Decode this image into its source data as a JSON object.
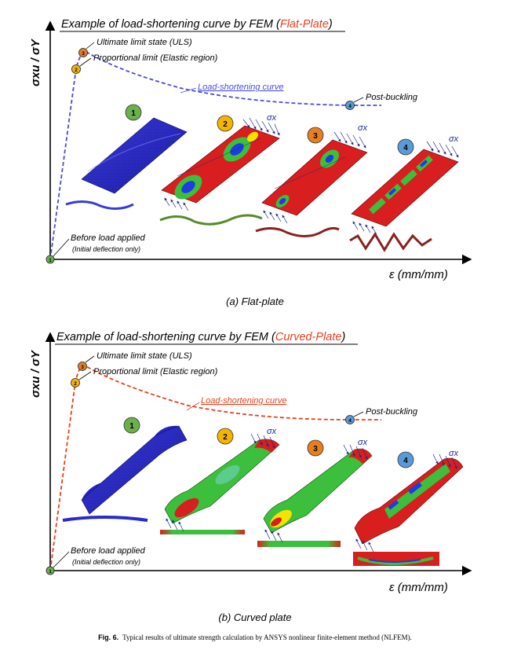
{
  "panel_a": {
    "title_prefix": "Example of load-shortening curve by FEM (",
    "title_highlight": "Flat-Plate",
    "title_suffix": ")",
    "y_axis_label": "σxu / σY",
    "x_axis_label": "ε (mm/mm)",
    "uls_label": "Ultimate limit state (ULS)",
    "prop_label": "Proportional limit (Elastic region)",
    "curve_label": "Load-shortening curve",
    "post_label": "Post-buckling",
    "before_label": "Before load applied",
    "initial_label": "(Initial deflection only)",
    "sigma_label": "σx",
    "caption": "(a) Flat-plate",
    "curve_color": "#4a4ae0",
    "highlight_color": "#e8401c"
  },
  "panel_b": {
    "title_prefix": "Example of load-shortening curve by FEM (",
    "title_highlight": "Curved-Plate",
    "title_suffix": ")",
    "y_axis_label": "σxu / σY",
    "x_axis_label": "ε (mm/mm)",
    "uls_label": "Ultimate limit state (ULS)",
    "prop_label": "Proportional limit (Elastic region)",
    "curve_label": "Load-shortening curve",
    "post_label": "Post-buckling",
    "before_label": "Before load applied",
    "initial_label": "(Initial deflection only)",
    "sigma_label": "σx",
    "caption": "(b) Curved plate",
    "curve_color": "#e8401c",
    "highlight_color": "#e8401c"
  },
  "markers": [
    "1",
    "2",
    "3",
    "4"
  ],
  "marker_colors": {
    "1": "#6ab04c",
    "2": "#f4b400",
    "3": "#e67e22",
    "4": "#5b9bd5"
  },
  "figure_caption_label": "Fig. 6.",
  "figure_caption_text": "Typical results of ultimate strength calculation by ANSYS nonlinear finite-element method (NLFEM)."
}
